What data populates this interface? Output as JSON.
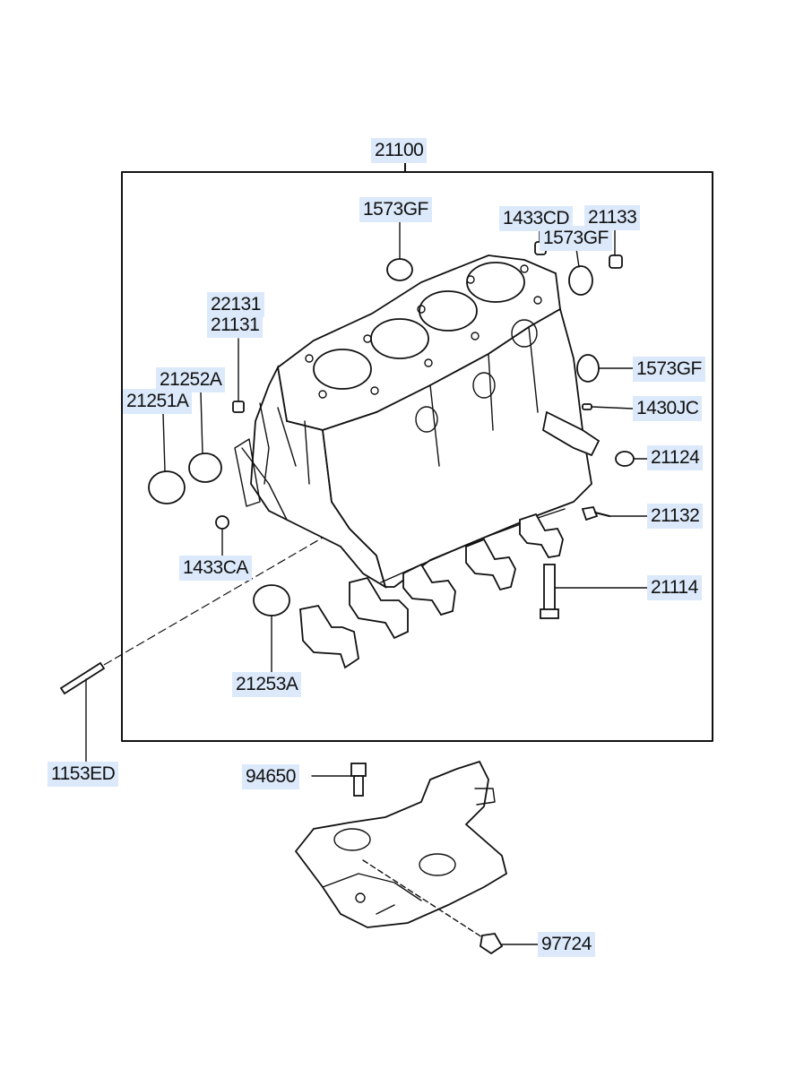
{
  "diagram": {
    "part_labels": {
      "p21100": "21100",
      "p1573gf_top": "1573GF",
      "p1433cd": "1433CD",
      "p21133": "21133",
      "p1573gf_mid": "1573GF",
      "p22131": "22131",
      "p21131": "21131",
      "p21252a": "21252A",
      "p21251a": "21251A",
      "p1573gf_right": "1573GF",
      "p1430jc": "1430JC",
      "p21124": "21124",
      "p21132": "21132",
      "p1433ca": "1433CA",
      "p21114": "21114",
      "p21253a": "21253A",
      "p1153ed": "1153ED",
      "p94650": "94650",
      "p97724": "97724"
    },
    "colors": {
      "label_highlight": "#dbe9fa",
      "line": "#111111",
      "background": "#ffffff"
    }
  }
}
